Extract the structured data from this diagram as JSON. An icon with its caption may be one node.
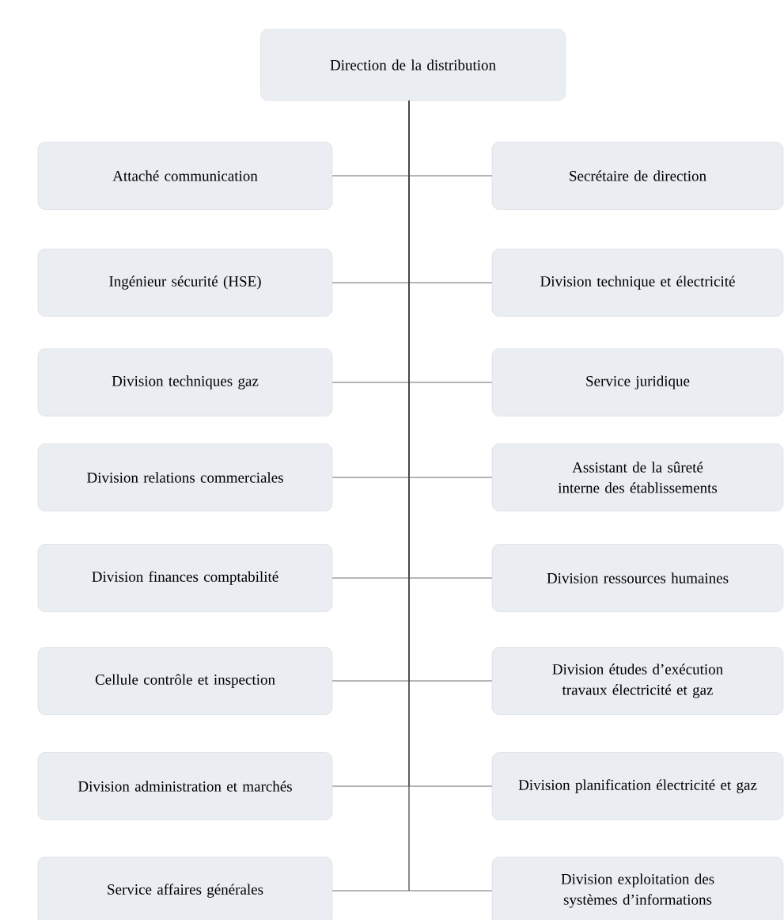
{
  "diagram": {
    "nodes": [
      {
        "text": [
          "Direction de la distribution"
        ]
      },
      {
        "text": [
          "Attaché communication"
        ]
      },
      {
        "text": [
          "Secrétaire de direction"
        ]
      },
      {
        "text": [
          "Ingénieur sécurité (HSE)"
        ]
      },
      {
        "text": [
          "Division technique et électricité"
        ]
      },
      {
        "text": [
          "Division techniques gaz"
        ]
      },
      {
        "text": [
          "Service juridique"
        ]
      },
      {
        "text": [
          "Division relations commerciales"
        ]
      },
      {
        "text": [
          "Assistant de la sûreté interne des établissements"
        ]
      },
      {
        "text": [
          "Division finances comptabilité"
        ]
      },
      {
        "text": [
          "Division ressources humaines"
        ]
      },
      {
        "text": [
          "Cellule contrôle et inspection"
        ]
      },
      {
        "text": [
          "Division études d’exécution travaux électricité et gaz"
        ]
      },
      {
        "text": [
          "Division administration et marchés"
        ]
      },
      {
        "text": [
          "Division planification électricité et gaz"
        ]
      },
      {
        "text": [
          "Service affaires générales"
        ]
      },
      {
        "text": [
          "Division exploitation des systèmes d’informations"
        ]
      }
    ],
    "edges": [
      {
        "from": 0,
        "to": 1,
        "arrow": "none"
      },
      {
        "from": 0,
        "to": 2,
        "arrow": "none"
      },
      {
        "from": 0,
        "to": 3,
        "arrow": "none"
      },
      {
        "from": 0,
        "to": 4,
        "arrow": "none"
      },
      {
        "from": 0,
        "to": 5,
        "arrow": "none"
      },
      {
        "from": 0,
        "to": 6,
        "arrow": "none"
      },
      {
        "from": 0,
        "to": 7,
        "arrow": "none"
      },
      {
        "from": 0,
        "to": 8,
        "arrow": "none"
      },
      {
        "from": 0,
        "to": 9,
        "arrow": "none"
      },
      {
        "from": 0,
        "to": 10,
        "arrow": "none"
      },
      {
        "from": 0,
        "to": 11,
        "arrow": "none"
      },
      {
        "from": 0,
        "to": 12,
        "arrow": "none"
      },
      {
        "from": 0,
        "to": 13,
        "arrow": "none"
      },
      {
        "from": 0,
        "to": 14,
        "arrow": "none"
      },
      {
        "from": 0,
        "to": 15,
        "arrow": "none"
      },
      {
        "from": 0,
        "to": 16,
        "arrow": "none"
      }
    ]
  }
}
